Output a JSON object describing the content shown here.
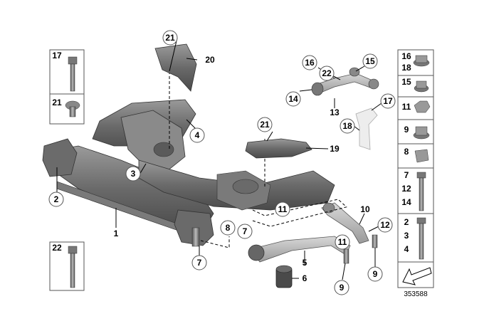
{
  "diagram": {
    "callouts": {
      "c21a": "21",
      "c20": "20",
      "c4": "4",
      "c3": "3",
      "c2": "2",
      "c1": "1",
      "c7a": "7",
      "c8": "8",
      "c7b": "7",
      "c11a": "11",
      "c21b": "21",
      "c19": "19",
      "c11b": "11",
      "c5": "5",
      "c6": "6",
      "c9a": "9",
      "c9b": "9",
      "c10": "10",
      "c12": "12",
      "c16": "16",
      "c22": "22",
      "c15": "15",
      "c14": "14",
      "c13": "13",
      "c17": "17",
      "c18": "18"
    },
    "left_panel": {
      "p17": "17",
      "p21": "21",
      "p22": "22"
    },
    "right_panel": {
      "r16": "16",
      "r18": "18",
      "r15": "15",
      "r11": "11",
      "r9": "9",
      "r8": "8",
      "r7": "7",
      "r12": "12",
      "r14": "14",
      "r2": "2",
      "r3": "3",
      "r4": "4"
    },
    "part_number": "353588"
  }
}
